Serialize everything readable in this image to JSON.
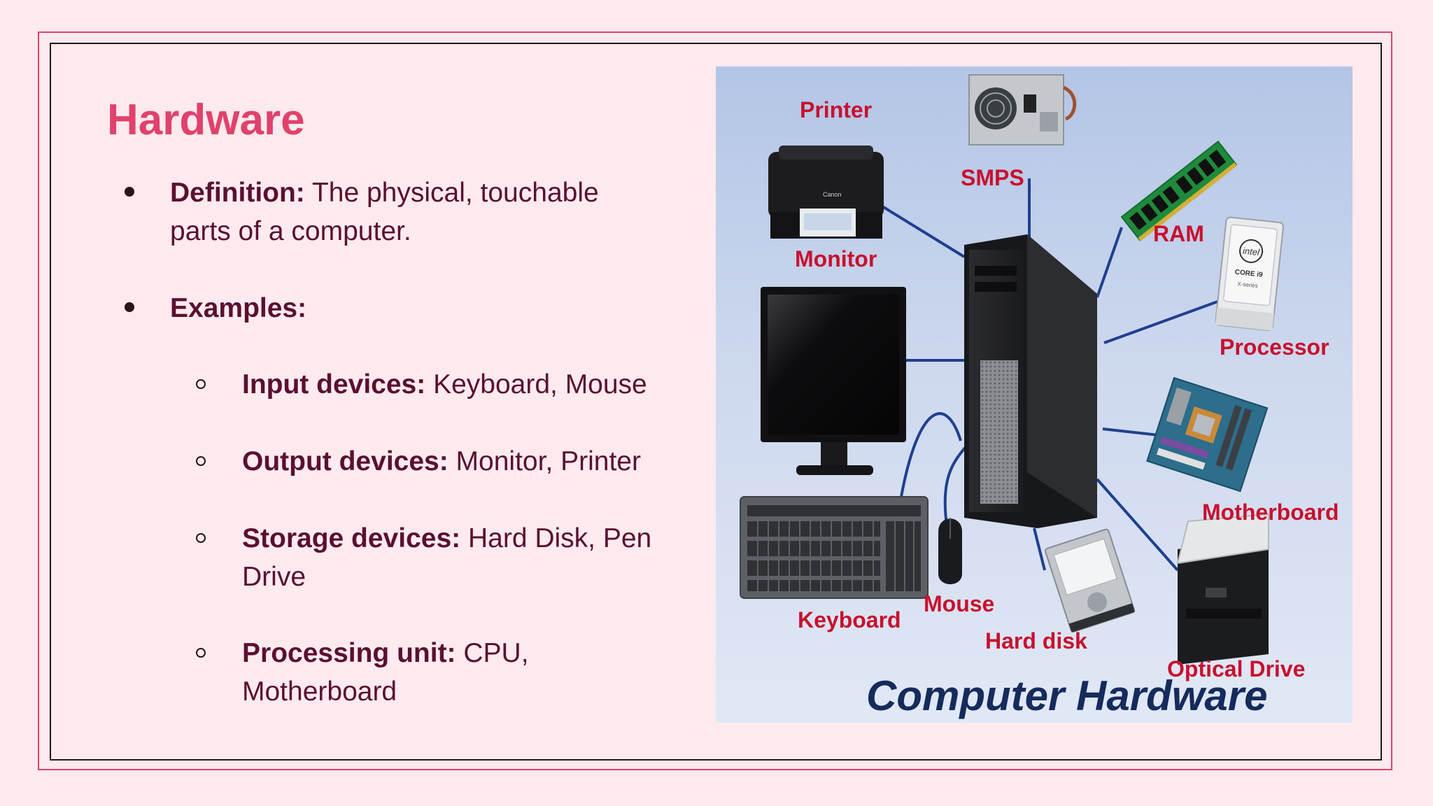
{
  "slide": {
    "title": "Hardware",
    "bullets": [
      {
        "label": "Definition:",
        "text_line1": " The physical, touchable",
        "text_line2": "parts of a computer."
      },
      {
        "label": "Examples:"
      }
    ],
    "sub_bullets": [
      {
        "label": "Input devices:",
        "text": " Keyboard, Mouse"
      },
      {
        "label": "Output devices:",
        "text": " Monitor, Printer"
      },
      {
        "label": "Storage devices:",
        "text_line1": " Hard Disk, Pen",
        "text_line2": "Drive"
      },
      {
        "label": "Processing unit:",
        "text_line1": " CPU,",
        "text_line2": "Motherboard"
      }
    ]
  },
  "figure": {
    "caption": "Computer Hardware",
    "labels": {
      "printer": "Printer",
      "smps": "SMPS",
      "ram": "RAM",
      "monitor": "Monitor",
      "processor": "Processor",
      "motherboard": "Motherboard",
      "keyboard": "Keyboard",
      "mouse": "Mouse",
      "hard_disk": "Hard disk",
      "optical_drive": "Optical Drive"
    },
    "printer_brand": "Canon",
    "processor_brand": "intel",
    "processor_model": "CORE i9",
    "processor_series": "X-series"
  },
  "colors": {
    "title": "#e0426c",
    "body_text": "#5a1030",
    "frame_outer": "#e0426c",
    "frame_inner": "#2b1418",
    "background": "#fdeaee",
    "label_red": "#c8102e",
    "caption_navy": "#152b5c",
    "connector_blue": "#1f3f8f"
  }
}
